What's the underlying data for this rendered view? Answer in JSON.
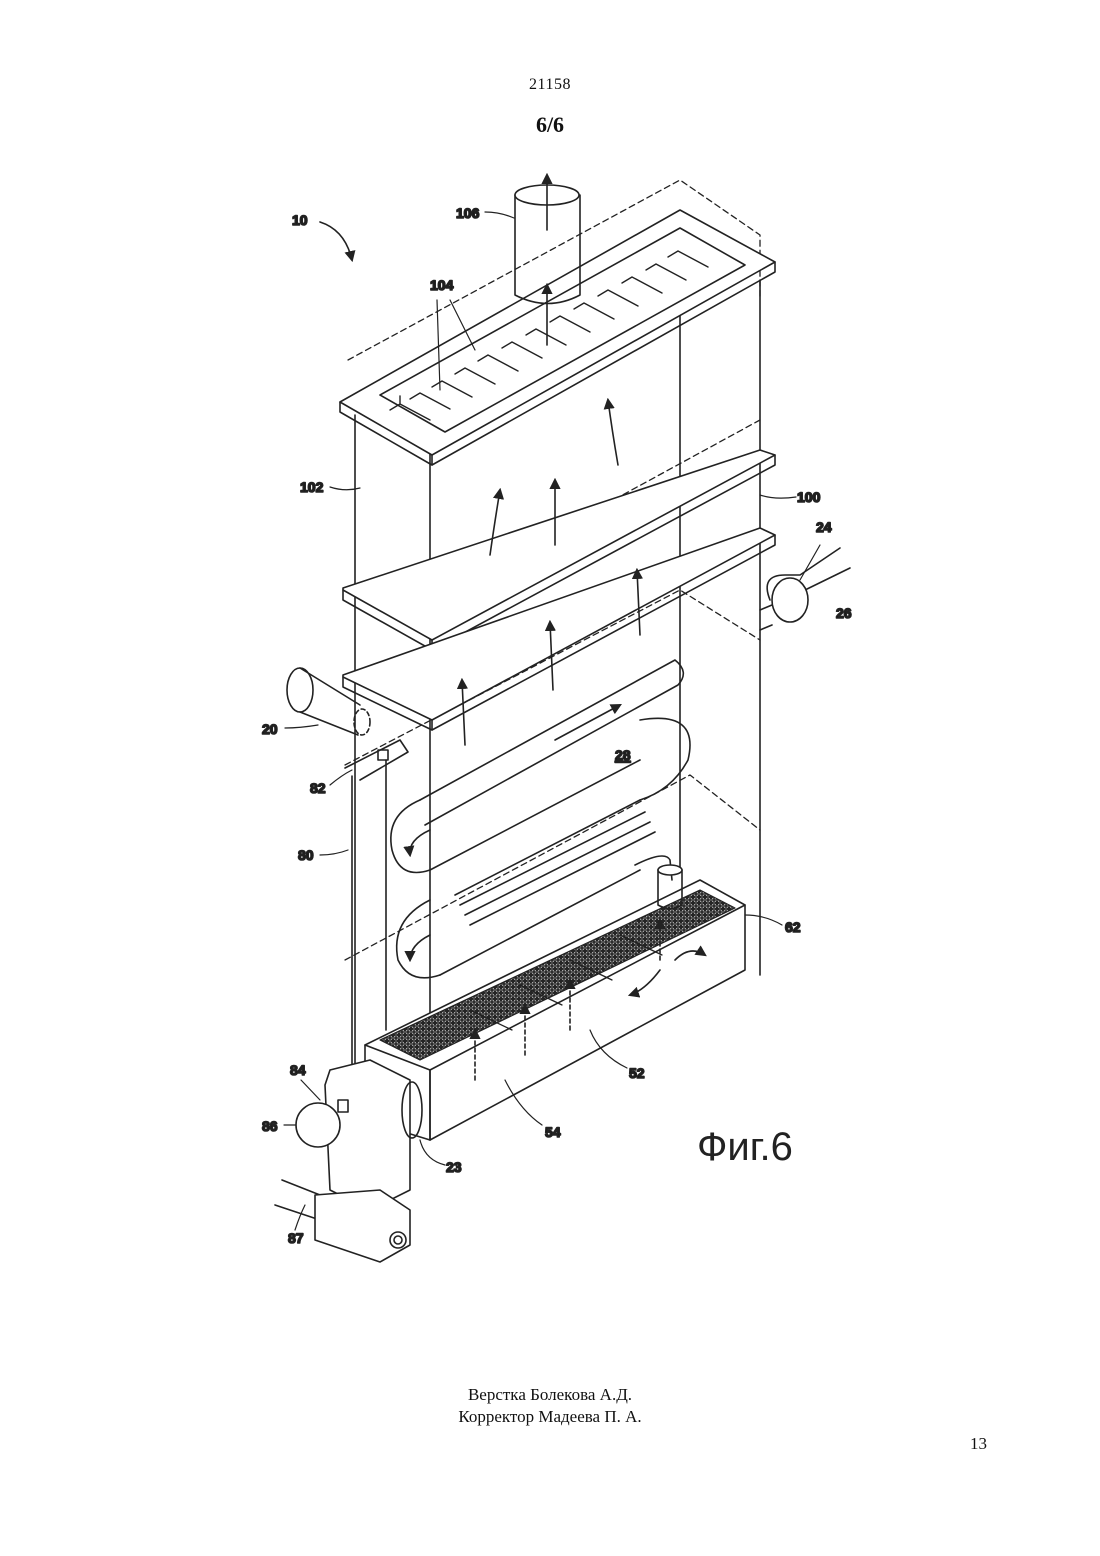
{
  "header": {
    "doc_number": "21158",
    "sheet": "6/6"
  },
  "figure": {
    "caption": "Фиг.6",
    "labels": {
      "l10": "10",
      "l106": "106",
      "l104": "104",
      "l102": "102",
      "l100": "100",
      "l24": "24",
      "l26": "26",
      "l20": "20",
      "l82": "82",
      "l28": "28",
      "l80": "80",
      "l62": "62",
      "l52": "52",
      "l84": "84",
      "l86": "86",
      "l54": "54",
      "l23": "23",
      "l87": "87"
    }
  },
  "footer": {
    "line1": "Верстка Болекова А.Д.",
    "line2": "Корректор Мадеева П. А."
  },
  "page_number": "13"
}
